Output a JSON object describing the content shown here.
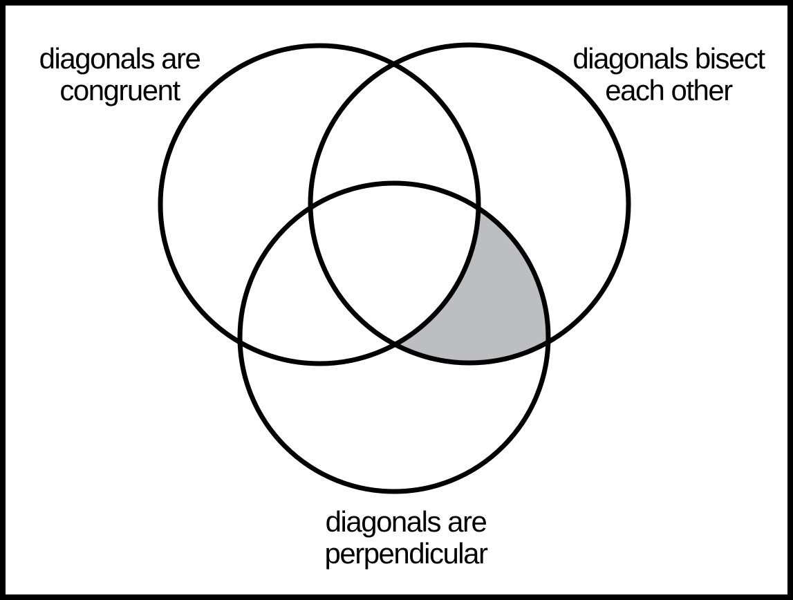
{
  "diagram": {
    "type": "venn",
    "title": "",
    "sets": [
      {
        "id": "congruent",
        "label": "diagonals are\ncongruent"
      },
      {
        "id": "bisect",
        "label": "diagonals bisect\neach other"
      },
      {
        "id": "perpendicular",
        "label": "diagonals are\nperpendicular"
      }
    ],
    "shaded_region": {
      "member_of": [
        "diagonals bisect each other",
        "diagonals are perpendicular"
      ],
      "excluded_from": [
        "diagonals are congruent"
      ],
      "fill": "#bcbec1"
    },
    "colors": {
      "background": "#ffffff",
      "circle_stroke": "#000000",
      "frame_border": "#000000",
      "text": "#000000",
      "shade": "#bcbec1"
    }
  }
}
